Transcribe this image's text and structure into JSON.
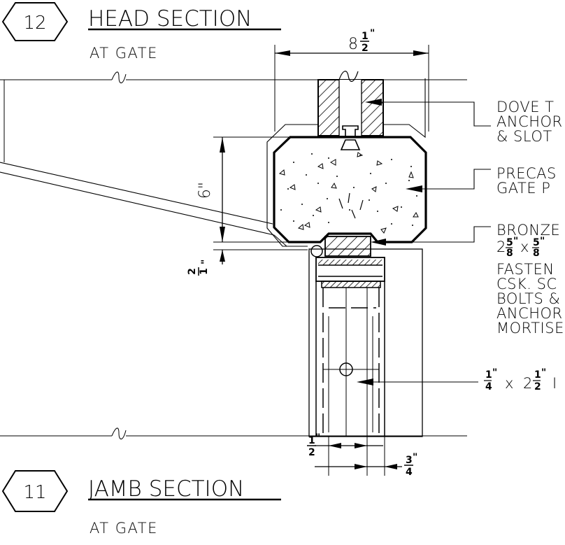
{
  "detail_12": {
    "number": "12",
    "title": "HEAD SECTION",
    "subtitle": "AT GATE"
  },
  "detail_11": {
    "number": "11",
    "title": "JAMB SECTION",
    "subtitle": "AT GATE"
  },
  "dimensions": {
    "width_whole": "8",
    "width_frac_num": "1",
    "width_frac_den": "2",
    "width_mark": "\"",
    "height": "6\"",
    "gap_num": "1",
    "gap_den": "2",
    "gap_mark": "\"",
    "jamb_a_num": "1",
    "jamb_a_den": "2",
    "jamb_a_mark": "\"",
    "jamb_b_num": "3",
    "jamb_b_den": "4",
    "jamb_b_mark": "\""
  },
  "notes": {
    "dove": [
      "DOVE T",
      "ANCHOR",
      "& SLOT"
    ],
    "precast": [
      "PRECAS",
      "GATE P"
    ],
    "bronze": [
      "BRONZE",
      "FASTEN",
      "CSK. SC",
      "BOLTS &",
      "ANCHOR",
      "MORTISE"
    ],
    "bronze_size": {
      "a_whole": "2",
      "a_num": "5",
      "a_den": "8",
      "a_mark": "\"",
      "x": "x",
      "b_num": "5",
      "b_den": "8",
      "b_mark": "\""
    },
    "plate": {
      "a_num": "1",
      "a_den": "4",
      "a_mark": "\"",
      "x": "x",
      "b_whole": "2",
      "b_num": "1",
      "b_den": "2",
      "b_mark": "\"",
      "tail": "I"
    }
  }
}
